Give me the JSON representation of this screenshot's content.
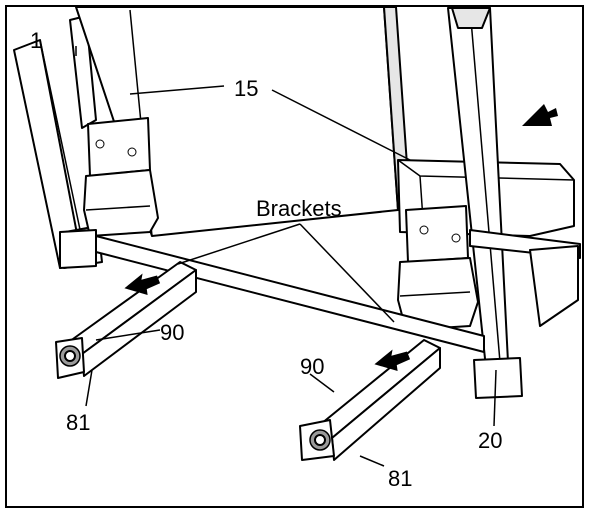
{
  "labels": {
    "part_1": "1",
    "part_15": "15",
    "brackets": "Brackets",
    "part_90_left": "90",
    "part_90_right": "90",
    "part_81_left": "81",
    "part_81_right": "81",
    "part_20": "20"
  },
  "colors": {
    "stroke": "#000000",
    "fill": "#ffffff",
    "shade": "#e6e6e6",
    "dark": "#9a9a9a"
  },
  "icons": [
    "arrow-icon",
    "wheel-icon"
  ]
}
